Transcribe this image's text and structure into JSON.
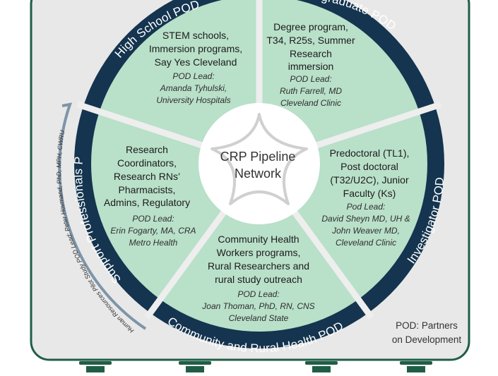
{
  "center": {
    "line1": "CRP Pipeline",
    "line2": "Network"
  },
  "pods": {
    "high_school": {
      "ring_label": "High School POD",
      "body": [
        "STEM schools,",
        "Immersion programs,",
        "Say Yes Cleveland"
      ],
      "lead": [
        "POD Lead:",
        "Amanda Tyhulski,",
        "University Hospitals"
      ]
    },
    "undergraduate": {
      "ring_label": "Undergraduate POD",
      "body": [
        "Degree program,",
        "T34, R25s, Summer",
        "Research",
        "immersion"
      ],
      "lead": [
        "POD Lead:",
        "Ruth Farrell, MD",
        "Cleveland Clinic"
      ]
    },
    "investigator": {
      "ring_label": "Investigator POD",
      "body": [
        "Predoctoral (TL1),",
        "Post doctoral",
        "(T32/U2C), Junior",
        "Faculty (Ks)"
      ],
      "lead": [
        "Pod Lead:",
        "David Sheyn MD, UH &",
        "John Weaver MD,",
        "Cleveland Clinic"
      ]
    },
    "community": {
      "ring_label": "Community and Rural Health POD",
      "body": [
        "Community Health",
        "Workers programs,",
        "Rural Researchers and",
        "rural study outreach"
      ],
      "lead": [
        "POD Lead:",
        "Joan Thoman, PhD, RN, CNS",
        "Cleveland State"
      ]
    },
    "support": {
      "ring_label": "Support Professionals POD",
      "body": [
        "Research",
        "Coordinators,",
        "Research RNs’",
        "Pharmacists,",
        "Admins, Regulatory"
      ],
      "lead": [
        "POD Lead:",
        "Erin Fogarty, MA, CRA",
        "Metro Health"
      ]
    }
  },
  "side_note": "Human Resources Pilot Study POD Lead: Peter Hovmand, PhD, MPH, CWRU",
  "legend": {
    "line1": "POD: Partners",
    "line2": "on Development"
  },
  "colors": {
    "ring": "#14344f",
    "segment_fill": "#b9e0c9",
    "frame_border": "#1f5e45",
    "background_panel": "#e8e8e8",
    "bracket": "#7d95a8",
    "divider": "#eeeeee"
  }
}
